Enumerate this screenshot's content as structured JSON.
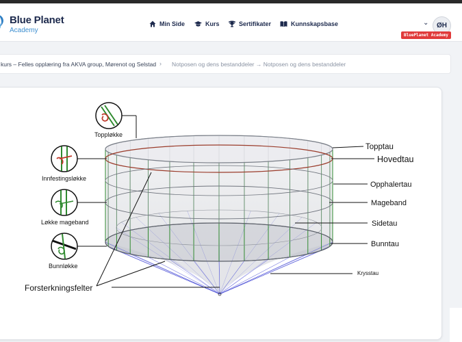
{
  "brand": {
    "name": "Blue Planet",
    "sub": "Academy"
  },
  "nav": [
    {
      "label": "Min Side",
      "icon": "home-icon"
    },
    {
      "label": "Kurs",
      "icon": "graduation-cap-icon"
    },
    {
      "label": "Sertifikater",
      "icon": "trophy-icon"
    },
    {
      "label": "Kunnskapsbase",
      "icon": "book-icon"
    }
  ],
  "user": {
    "initials": "ØH",
    "badge": "BluePlanet Academy"
  },
  "breadcrumb": {
    "course": "kurs – Felles opplæring fra AKVA group, Mørenot og Selstad",
    "separator": "›",
    "current": "Notposen og dens bestanddeler → Notposen og dens bestanddeler"
  },
  "diagram": {
    "left_labels": {
      "topploekke": "Toppløkke",
      "innfesting": "Innfestingsløkke",
      "mageband": "Løkke mageband",
      "bunnloekke": "Bunnløkke",
      "forsterkning": "Forsterkningsfelter"
    },
    "right_labels": {
      "topptau": "Topptau",
      "hovedtau": "Hovedtau",
      "opphalertau": "Opphalertau",
      "mageband": "Mageband",
      "sidetau": "Sidetau",
      "bunntau": "Bunntau",
      "krysstau": "Krysstau"
    },
    "colors": {
      "ropes": "#2f8a2f",
      "cone_lines": "#4b4fd6",
      "main_rope": "#9a3b2a",
      "net": "#9aa0a8"
    }
  }
}
